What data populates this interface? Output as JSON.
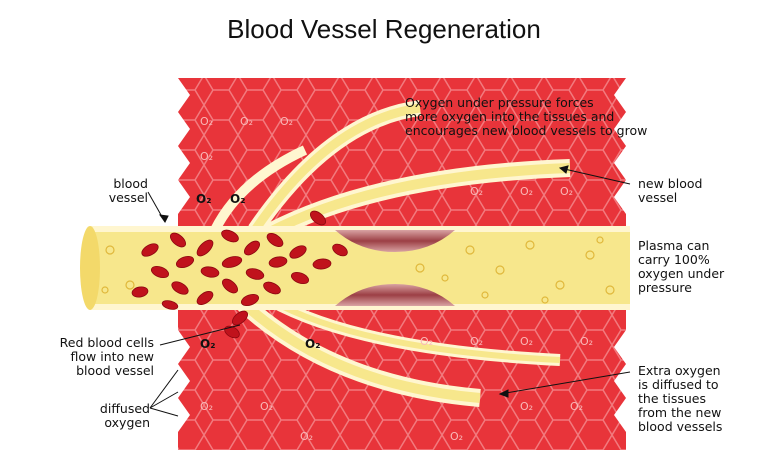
{
  "title": "Blood Vessel Regeneration",
  "labels": {
    "top_note": "Oxygen under pressure forces\nmore oxygen into the tissues and\nencourages new blood vessels to grow",
    "new_vessel": "new blood\nvessel",
    "blood_vessel": "blood\nvessel",
    "plasma": "Plasma can\ncarry 100%\noxygen under\npressure",
    "red_cells": "Red blood cells\nflow into new\nblood vessel",
    "diffused": "diffused\noxygen",
    "extra": "Extra oxygen\nis diffused to\nthe tissues\nfrom the new\nblood vessels"
  },
  "symbols": {
    "o2": "O₂"
  },
  "colors": {
    "tissue": "#e8343a",
    "tissue_dark": "#c81e28",
    "vessel": "#f7e78c",
    "vessel_edge": "#fff6d0",
    "rbc": "#c0121c",
    "lumen": "#b8565a"
  }
}
